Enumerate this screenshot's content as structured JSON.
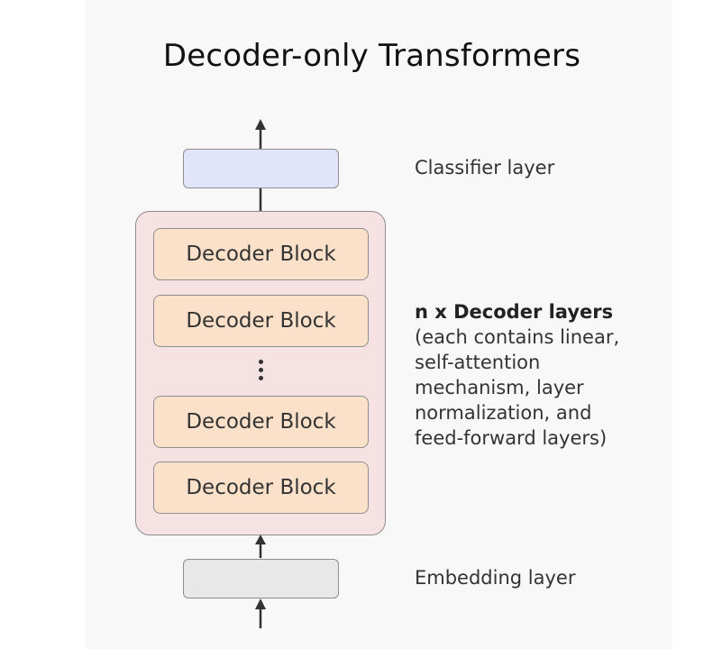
{
  "title": "Decoder-only Transformers",
  "classifier": {
    "label": "Classifier layer"
  },
  "decoder_stack": {
    "blocks": [
      "Decoder Block",
      "Decoder Block",
      "Decoder Block",
      "Decoder Block"
    ],
    "label_bold": "n x Decoder layers",
    "description_lines": [
      "(each contains linear,",
      "self-attention",
      "mechanism, layer",
      "normalization, and",
      "feed-forward layers)"
    ]
  },
  "embedding": {
    "label": "Embedding layer"
  },
  "colors": {
    "background": "#f8f8f8",
    "classifier_fill": "#e2e4fb",
    "embedding_fill": "#e8e8e8",
    "stack_fill": "#f6e2e2",
    "block_fill": "#fbe1c9",
    "stroke": "#8e8e8e",
    "text": "#333333"
  }
}
